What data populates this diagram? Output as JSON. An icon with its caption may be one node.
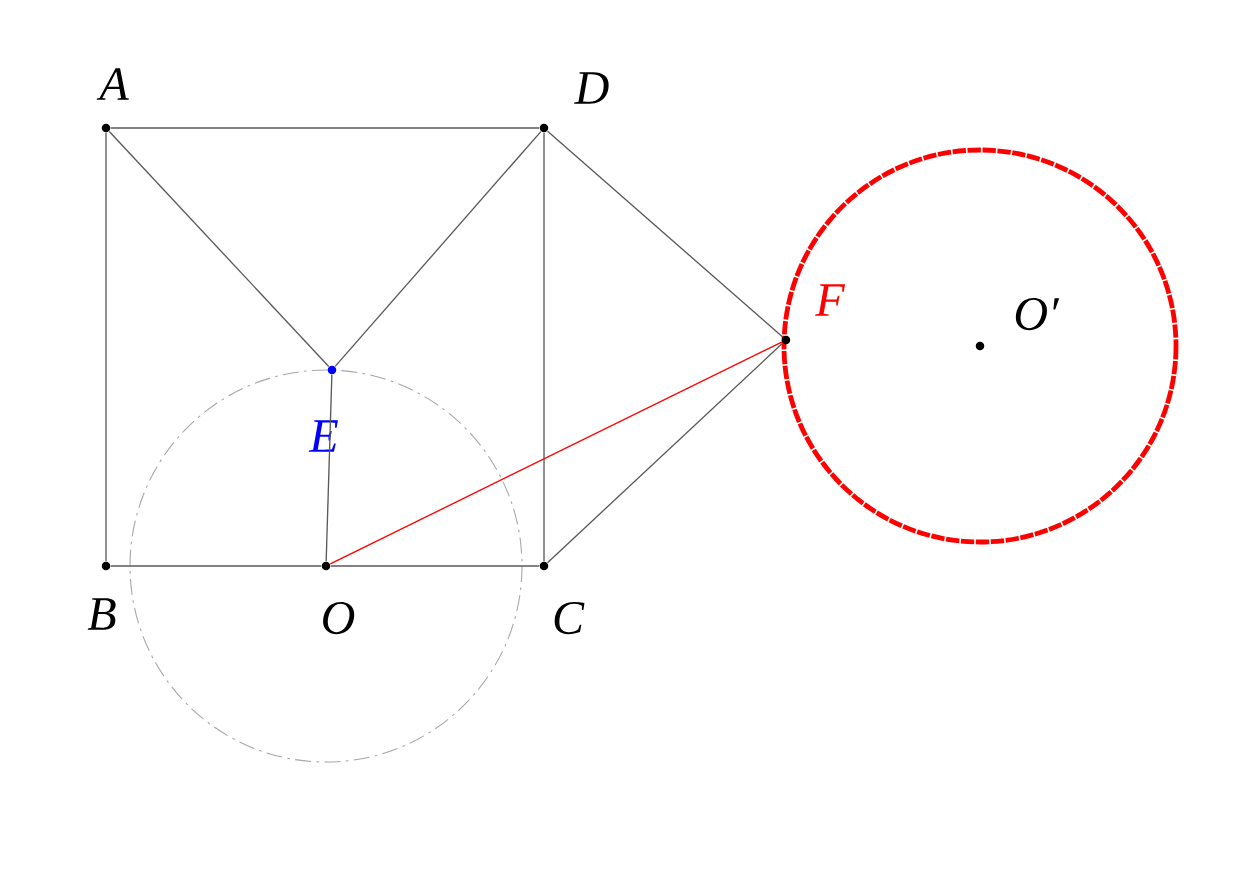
{
  "diagram": {
    "nodes": [
      {
        "text": [],
        "shape": "circle",
        "beside": [
          "A"
        ]
      },
      {
        "text": [],
        "shape": "circle",
        "beside": [
          "D"
        ]
      },
      {
        "text": [],
        "shape": "circle",
        "beside": [
          "B"
        ]
      },
      {
        "text": [],
        "shape": "circle",
        "beside": [
          "C"
        ]
      },
      {
        "text": [],
        "shape": "circle",
        "beside": [
          "O"
        ]
      },
      {
        "text": [],
        "shape": "circle",
        "beside": [
          "E"
        ]
      },
      {
        "text": [],
        "shape": "circle",
        "beside": [
          "F"
        ]
      },
      {
        "text": [],
        "shape": "circle",
        "beside": [
          "O′"
        ]
      }
    ],
    "edges": [
      {
        "from": 0,
        "to": 1,
        "arrow": "none"
      },
      {
        "from": 0,
        "to": 2,
        "arrow": "none"
      },
      {
        "from": 1,
        "to": 3,
        "arrow": "none"
      },
      {
        "from": 2,
        "to": 4,
        "arrow": "none"
      },
      {
        "from": 4,
        "to": 3,
        "arrow": "none"
      },
      {
        "from": 0,
        "to": 5,
        "arrow": "none"
      },
      {
        "from": 1,
        "to": 5,
        "arrow": "none"
      },
      {
        "from": 5,
        "to": 4,
        "arrow": "none"
      },
      {
        "from": 1,
        "to": 6,
        "arrow": "none"
      },
      {
        "from": 3,
        "to": 6,
        "arrow": "none"
      },
      {
        "from": 4,
        "to": 6,
        "arrow": "none",
        "color": "#ff0000"
      }
    ]
  }
}
